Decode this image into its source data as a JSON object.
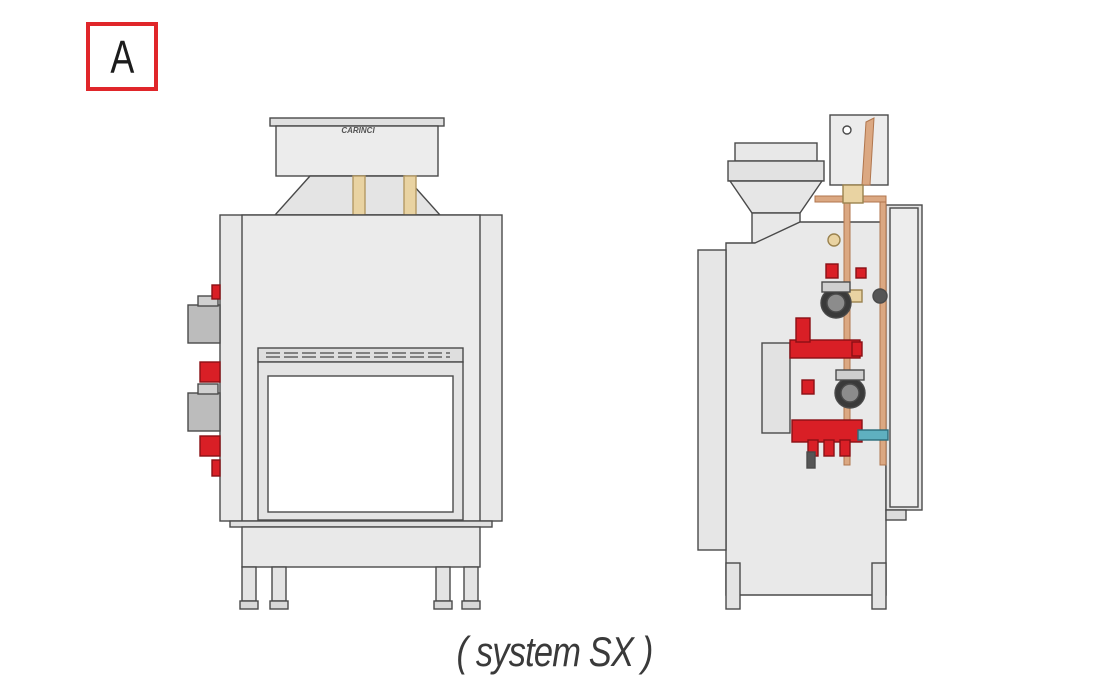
{
  "panel_label": "A",
  "brand_logo": "CARINCI",
  "caption": "( system SX )",
  "colors": {
    "frame_red": "#e0262a",
    "pipe_red": "#d91f26",
    "steel": "#e6e6e6",
    "outline": "#4a4a4a",
    "tube_tan": "#e9d3a2",
    "copper": "#c8906a"
  },
  "icons": [
    "front-view-diagram",
    "side-view-diagram",
    "circulation-pump-icon",
    "valve-icon"
  ]
}
